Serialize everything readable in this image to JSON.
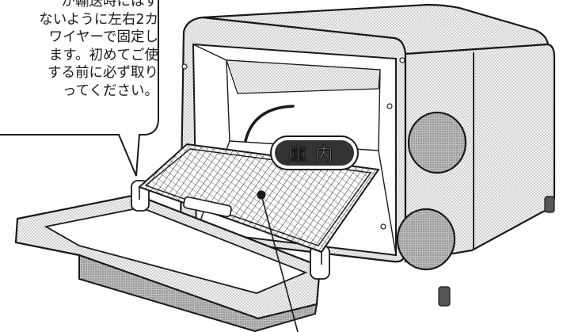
{
  "callout": {
    "lines": [
      "が輸送時にはず",
      "ないように左右2カ",
      "ワイヤーで固定し",
      "ます。初めてご使",
      "する前に必ず取り",
      "ってください。"
    ]
  },
  "label": {
    "text": "庫内"
  },
  "colors": {
    "line": "#1a1a1a",
    "shade": "#bdbdbd",
    "label_bg": "#333333",
    "label_fg": "#ffffff"
  }
}
